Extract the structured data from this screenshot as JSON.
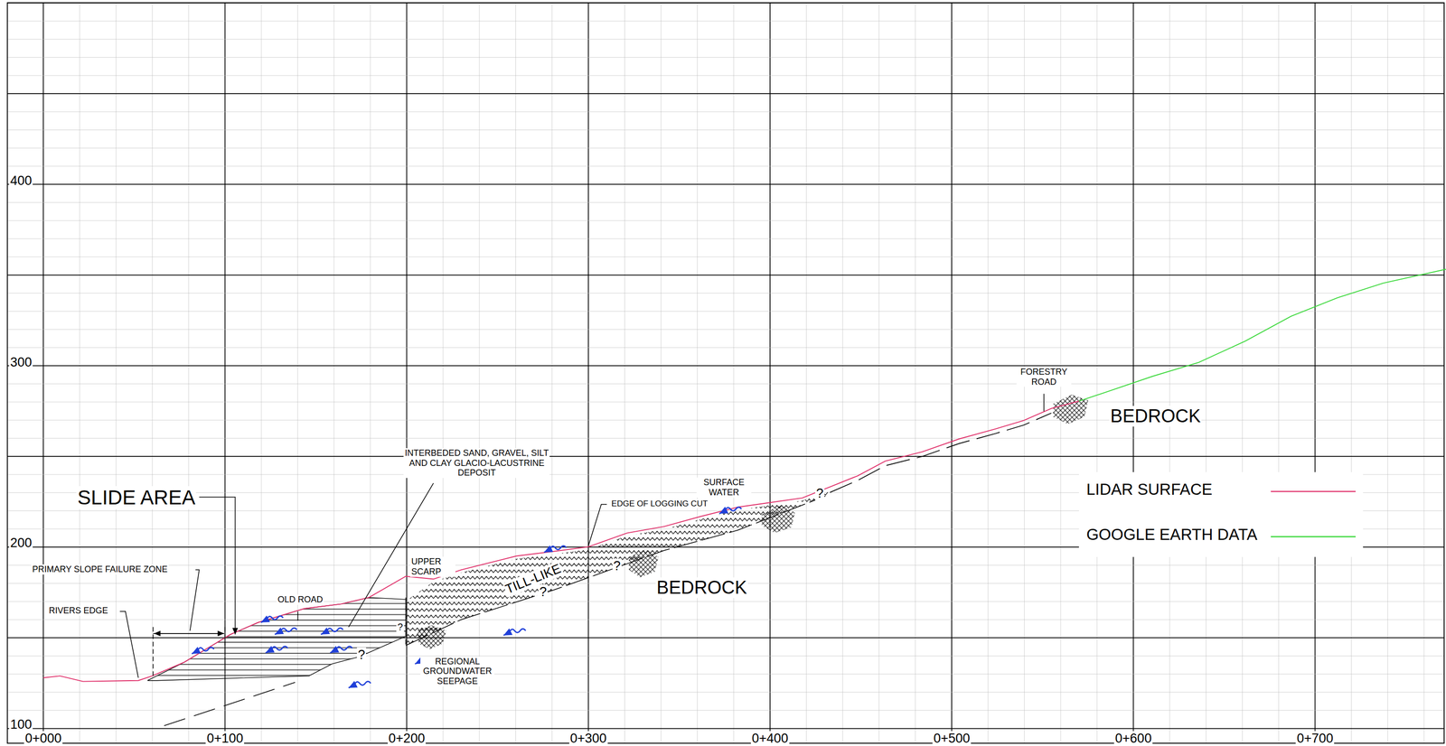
{
  "diagram": {
    "labels": [
      "400",
      "300",
      "200",
      "100",
      "0+000",
      "0+100",
      "0+200",
      "0+300",
      "0+400",
      "0+500",
      "0+600",
      "0+700",
      "SLIDE AREA",
      "PRIMARY SLOPE FAILURE ZONE",
      "RIVERS EDGE",
      "OLD ROAD",
      "INTERBEDED SAND, GRAVEL, SILT AND CLAY GLACIO-LACUSTRINE DEPOSIT",
      "UPPER SCARP",
      "TILL-LIKE",
      "EDGE OF LOGGING CUT",
      "SURFACE WATER",
      "FORESTRY ROAD",
      "BEDROCK",
      "BEDROCK",
      "REGIONAL GROUNDWATER SEEPAGE",
      "?",
      "?",
      "?",
      "?",
      "?"
    ],
    "legend": [
      {
        "text": "LIDAR SURFACE"
      },
      {
        "text": "GOOGLE EARTH DATA"
      }
    ]
  }
}
